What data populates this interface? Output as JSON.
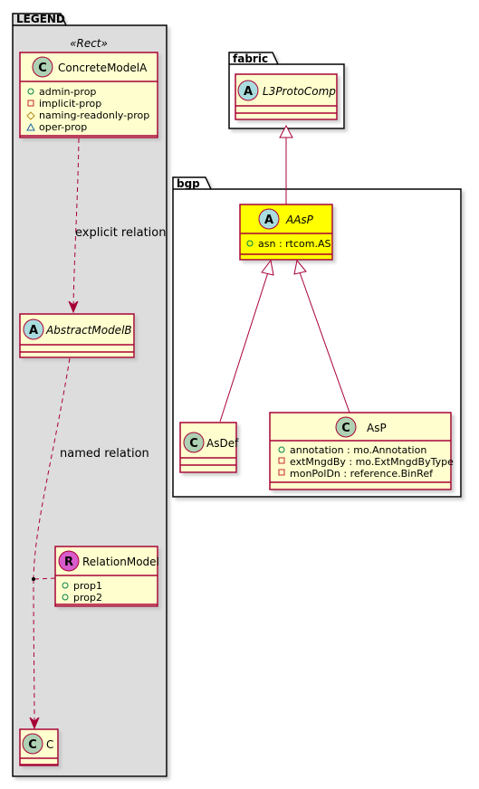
{
  "diagram": {
    "packages": {
      "legend": "LEGEND",
      "legend_stereotype": "«Rect»",
      "fabric": "fabric",
      "bgp": "bgp"
    },
    "classes": {
      "concrete_model_a": {
        "kind": "C",
        "name": "ConcreteModelA",
        "attributes": [
          {
            "visibility": "public",
            "text": "admin-prop"
          },
          {
            "visibility": "private",
            "text": "implicit-prop"
          },
          {
            "visibility": "protected",
            "text": "naming-readonly-prop"
          },
          {
            "visibility": "package",
            "text": "oper-prop"
          }
        ]
      },
      "abstract_model_b": {
        "kind": "A",
        "name": "AbstractModelB"
      },
      "relation_model": {
        "kind": "R",
        "name": "RelationModel",
        "attributes": [
          {
            "visibility": "public",
            "text": "prop1"
          },
          {
            "visibility": "public",
            "text": "prop2"
          }
        ]
      },
      "c": {
        "kind": "C",
        "name": "C"
      },
      "l3_proto_comp": {
        "kind": "A",
        "name": "L3ProtoComp"
      },
      "aasp": {
        "kind": "A",
        "name": "AAsP",
        "attributes": [
          {
            "visibility": "public",
            "text": "asn : rtcom.AS"
          }
        ]
      },
      "asdef": {
        "kind": "C",
        "name": "AsDef"
      },
      "asp": {
        "kind": "C",
        "name": "AsP",
        "attributes": [
          {
            "visibility": "public",
            "text": "annotation : mo.Annotation"
          },
          {
            "visibility": "private",
            "text": "extMngdBy : mo.ExtMngdByType"
          },
          {
            "visibility": "private",
            "text": "monPolDn : reference.BinRef"
          }
        ]
      }
    },
    "edges": {
      "explicit_relation": "explicit relation",
      "named_relation": "named relation"
    },
    "colors": {
      "class_fill": "#FEFECE",
      "class_border": "#A80036",
      "highlight_fill": "#FFFF00",
      "legend_fill": "#DDDDDD",
      "circle_c": "#ADD1B2",
      "circle_a": "#A9DCDF",
      "circle_r": "#D85BCB",
      "edge": "#A80036"
    }
  }
}
